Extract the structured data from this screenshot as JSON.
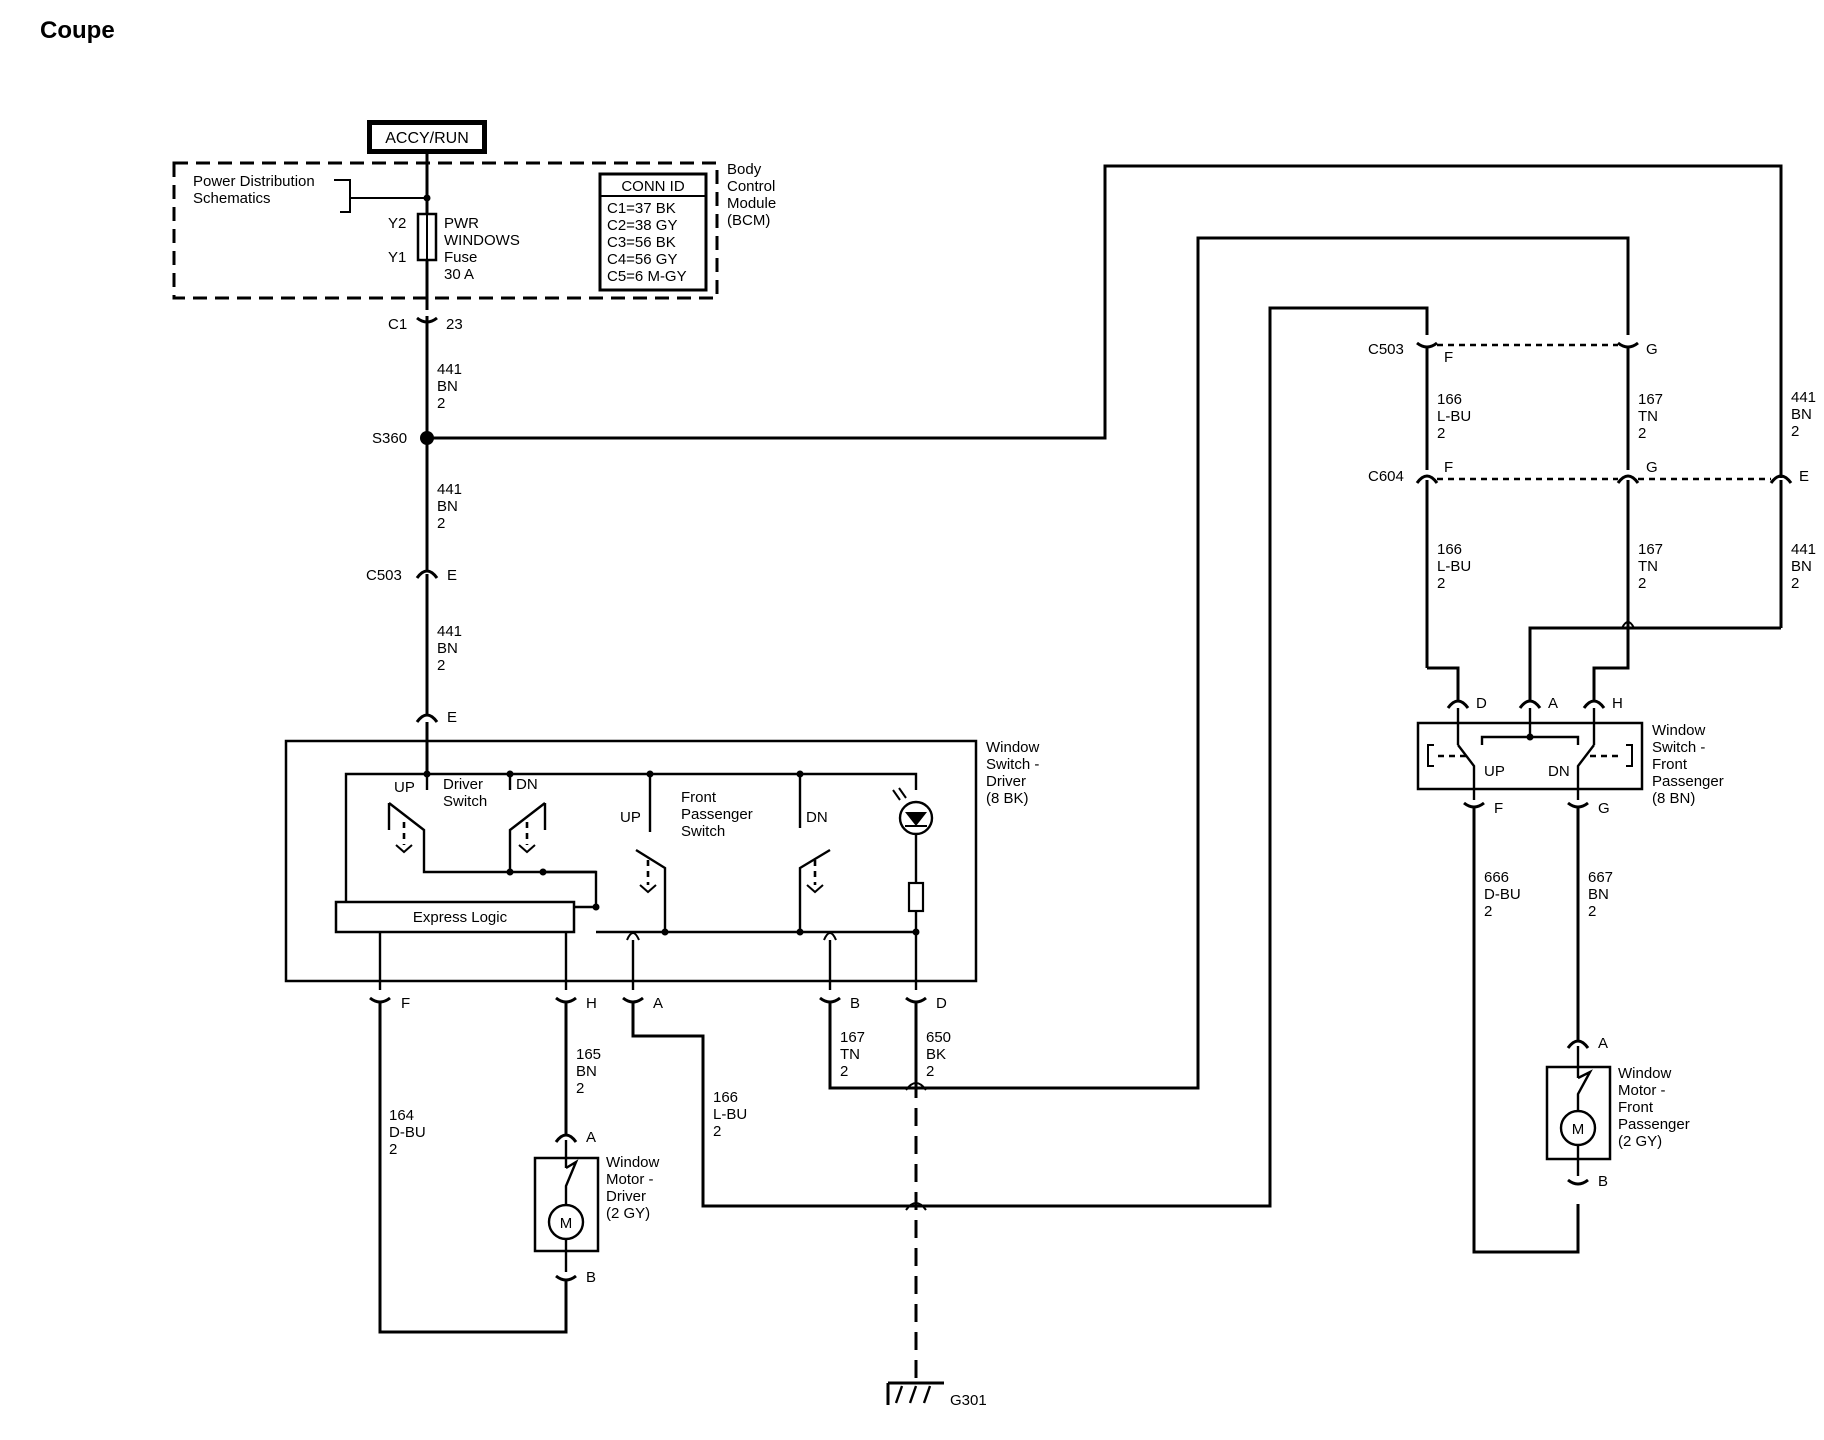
{
  "title": "Coupe",
  "power": {
    "source": "ACCY/RUN",
    "pds": [
      "Power Distribution",
      "Schematics"
    ],
    "fuse": [
      "PWR",
      "WINDOWS",
      "Fuse",
      "30 A"
    ],
    "y2": "Y2",
    "y1": "Y1",
    "conn_id_title": "CONN ID",
    "conn_ids": [
      "C1=37 BK",
      "C2=38 GY",
      "C3=56 BK",
      "C4=56 GY",
      "C5=6 M-GY"
    ],
    "bcm": [
      "Body",
      "Control",
      "Module",
      "(BCM)"
    ]
  },
  "connectors": {
    "c1": "C1",
    "c1_pin": "23",
    "s360": "S360",
    "c503": "C503",
    "e": "E",
    "c503_right": "C503",
    "f": "F",
    "g": "G",
    "c604": "C604"
  },
  "wires": {
    "w441": [
      "441",
      "BN",
      "2"
    ],
    "w166": [
      "166",
      "L-BU",
      "2"
    ],
    "w167": [
      "167",
      "TN",
      "2"
    ],
    "w165": [
      "165",
      "BN",
      "2"
    ],
    "w164": [
      "164",
      "D-BU",
      "2"
    ],
    "w650": [
      "650",
      "BK",
      "2"
    ],
    "w666": [
      "666",
      "D-BU",
      "2"
    ],
    "w667": [
      "667",
      "BN",
      "2"
    ]
  },
  "driver_switch": {
    "title": [
      "Window",
      "Switch -",
      "Driver",
      "(8 BK)"
    ],
    "up": "UP",
    "dn": "DN",
    "driver_label": [
      "Driver",
      "Switch"
    ],
    "passenger_label": [
      "Front",
      "Passenger",
      "Switch"
    ],
    "express_logic": "Express Logic",
    "pins": [
      "F",
      "H",
      "A",
      "B",
      "D"
    ],
    "pin_e": "E"
  },
  "driver_motor": {
    "title": [
      "Window",
      "Motor -",
      "Driver",
      "(2 GY)"
    ],
    "m": "M",
    "pin_a": "A",
    "pin_b": "B"
  },
  "passenger_switch": {
    "title": [
      "Window",
      "Switch -",
      "Front",
      "Passenger",
      "(8 BN)"
    ],
    "up": "UP",
    "dn": "DN",
    "pins_top": [
      "D",
      "A",
      "H"
    ],
    "pins_bottom": [
      "F",
      "G"
    ]
  },
  "passenger_motor": {
    "title": [
      "Window",
      "Motor -",
      "Front",
      "Passenger",
      "(2 GY)"
    ],
    "m": "M",
    "pin_a": "A",
    "pin_b": "B"
  },
  "ground": "G301"
}
